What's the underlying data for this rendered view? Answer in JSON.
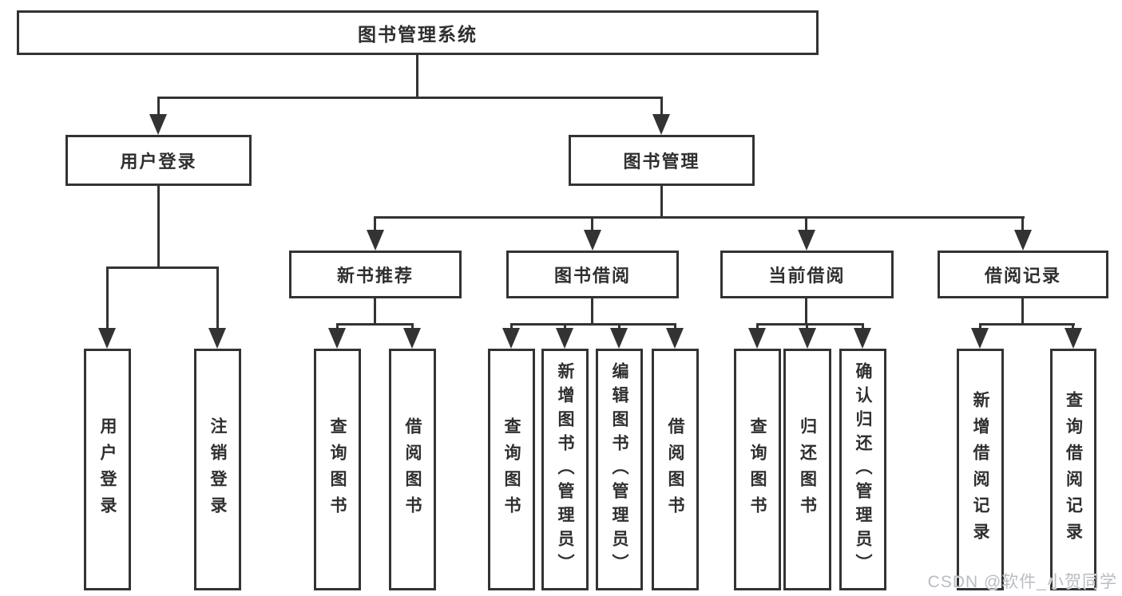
{
  "nodes": {
    "root": "图书管理系统",
    "l2": [
      "用户登录",
      "图书管理"
    ],
    "l3": [
      "新书推荐",
      "图书借阅",
      "当前借阅",
      "借阅记录"
    ],
    "leaves": [
      "用户登录",
      "注销登录",
      "查询图书",
      "借阅图书",
      "查询图书",
      "新增图书（管理员）",
      "编辑图书（管理员）",
      "借阅图书",
      "查询图书",
      "归还图书",
      "确认归还（管理员）",
      "新增借阅记录",
      "查询借阅记录"
    ]
  },
  "structure": {
    "图书管理系统": [
      "用户登录",
      "图书管理"
    ],
    "用户登录": [
      "用户登录",
      "注销登录"
    ],
    "图书管理": [
      "新书推荐",
      "图书借阅",
      "当前借阅",
      "借阅记录"
    ],
    "新书推荐": [
      "查询图书",
      "借阅图书"
    ],
    "图书借阅": [
      "查询图书",
      "新增图书（管理员）",
      "编辑图书（管理员）",
      "借阅图书"
    ],
    "当前借阅": [
      "查询图书",
      "归还图书",
      "确认归还（管理员）"
    ],
    "借阅记录": [
      "新增借阅记录",
      "查询借阅记录"
    ]
  },
  "watermark": "CSDN @软件_小贺同学",
  "colors": {
    "line": "#333333",
    "text": "#2f2f2f",
    "background": "#ffffff",
    "watermark": "#b9bdc3"
  }
}
